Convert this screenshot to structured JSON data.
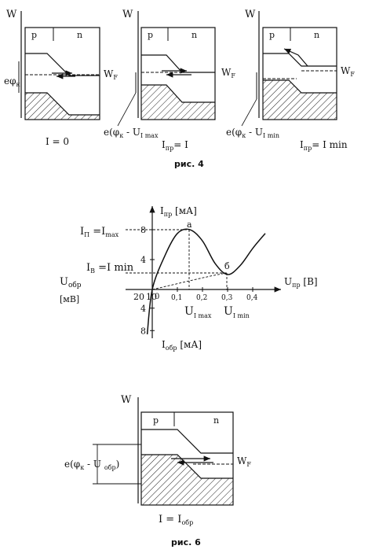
{
  "fig4": {
    "caption": "рис. 4",
    "w_label": "W",
    "p_label": "p",
    "n_label": "n",
    "wf_label": "W",
    "wf_sub": "F",
    "panel1": {
      "e_label": "eφ",
      "e_sub": "к",
      "condition": "I = 0"
    },
    "panel2": {
      "e_label": "e(φ",
      "e_sub1": "к",
      "e_mid": " - U",
      "e_sub2": "I max",
      "cond_main": "I",
      "cond_sub": "пр",
      "cond_rest": "= I"
    },
    "panel3": {
      "e_label": "e(φ",
      "e_sub1": "к",
      "e_mid": " - U",
      "e_sub2": "I min",
      "cond_main": "I",
      "cond_sub": "пр",
      "cond_rest": "= I min"
    }
  },
  "chart": {
    "y_label_main": "I",
    "y_label_sub": "пр",
    "y_label_unit": " [мА]",
    "x_label_main": "U",
    "x_label_sub": "пр",
    "x_label_unit": " [B]",
    "neg_x_main": "U",
    "neg_x_sub": "обр",
    "neg_x_unit": "[мB]",
    "neg_y_main": "I",
    "neg_y_sub": "обр",
    "neg_y_unit": " [мА]",
    "ip_main": "I",
    "ip_sub": "П",
    "ip_rest": " =I",
    "ip_rest_sub": "max",
    "iv_main": "I",
    "iv_sub": "B",
    "iv_rest": " =I min",
    "u_imax_main": "U",
    "u_imax_sub": "I max",
    "u_imin_main": "U",
    "u_imin_sub": "I min",
    "point_a": "a",
    "point_b": "б",
    "origin": "0",
    "ticks_x": [
      "0,1",
      "0,2",
      "0,3",
      "0,4"
    ],
    "ticks_x_neg": [
      "20",
      "10"
    ],
    "ticks_y": [
      "8",
      "4"
    ],
    "ticks_y_neg": [
      "4",
      "8"
    ]
  },
  "fig6": {
    "caption": "рис. 6",
    "w_label": "W",
    "p_label": "p",
    "n_label": "n",
    "wf_label": "W",
    "wf_sub": "F",
    "e_label": "e(φ",
    "e_sub1": "к",
    "e_mid": " - U ",
    "e_sub2": "обр",
    "e_close": ")",
    "cond_main": "I = I",
    "cond_sub": "обр"
  },
  "chart_data": {
    "type": "line",
    "series": [
      {
        "x": [
          -0.02,
          0,
          0.05,
          0.1,
          0.15,
          0.2,
          0.25,
          0.3,
          0.35,
          0.4,
          0.45
        ],
        "y": [
          -6,
          0,
          4.5,
          7.5,
          8,
          6.5,
          3.5,
          2,
          3.2,
          5.5,
          7.5
        ]
      }
    ],
    "xlabel": "Uпр [B]",
    "ylabel": "Iпр [мА]",
    "xlim": [
      -0.02,
      0.45
    ],
    "ylim": [
      -8,
      8
    ],
    "annotations": [
      "a",
      "б",
      "IП =Imax",
      "IB =I min",
      "UI max",
      "UI min"
    ]
  }
}
